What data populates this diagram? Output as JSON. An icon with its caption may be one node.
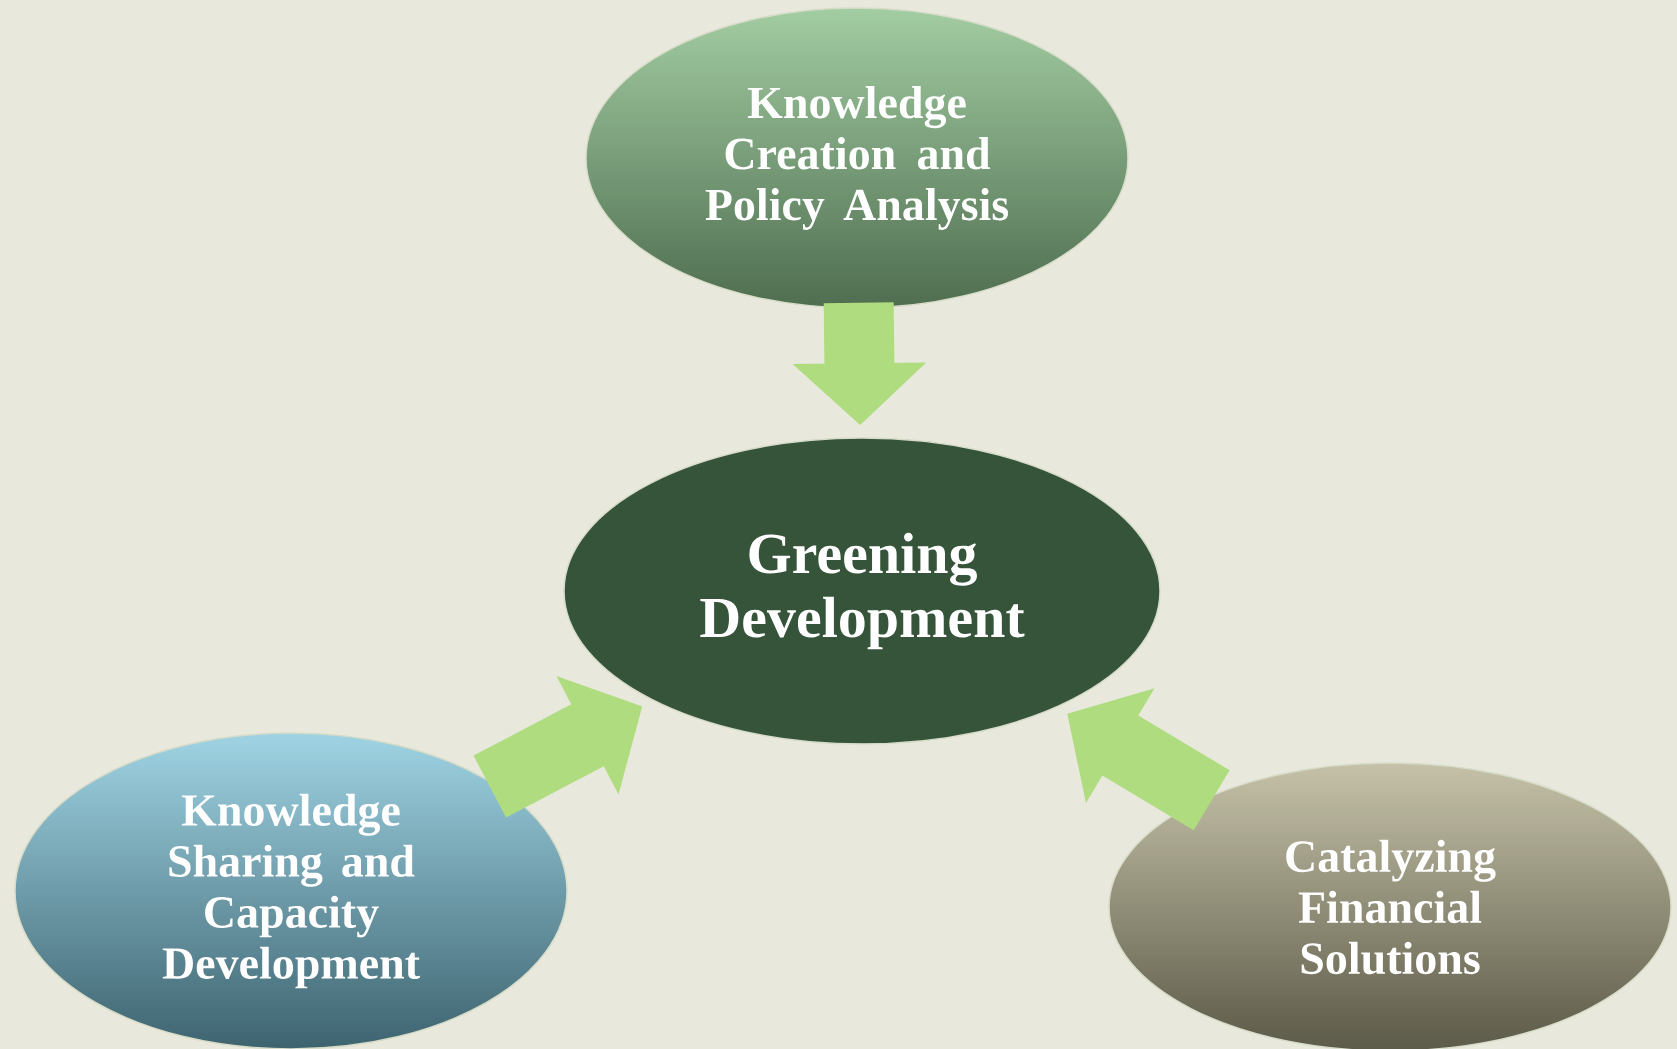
{
  "diagram": {
    "nodes": [
      {
        "text": [
          "Knowledge Creation and Policy Analysis"
        ]
      },
      {
        "text": [
          "Greening Development"
        ]
      },
      {
        "text": [
          "Knowledge Sharing and Capacity Development"
        ]
      },
      {
        "text": [
          "Catalyzing Financial Solutions"
        ]
      }
    ],
    "edges": [
      {
        "from": 0,
        "to": 1,
        "arrow": "to"
      },
      {
        "from": 2,
        "to": 1,
        "arrow": "to"
      },
      {
        "from": 3,
        "to": 1,
        "arrow": "to"
      }
    ]
  }
}
